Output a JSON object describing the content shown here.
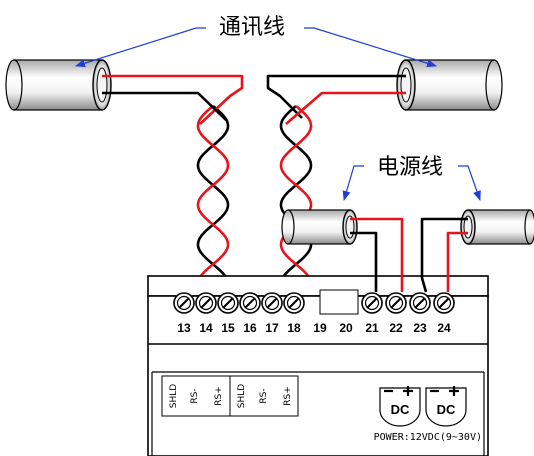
{
  "labels": {
    "comm_cable": "通讯线",
    "power_cable": "电源线",
    "power_spec": "POWER:12VDC(9~30V)",
    "dc": "DC"
  },
  "terminals": [
    "13",
    "14",
    "15",
    "16",
    "17",
    "18",
    "19",
    "20",
    "21",
    "22",
    "23",
    "24"
  ],
  "port_labels": [
    "SHLD",
    "RS-",
    "RS+",
    "SHLD",
    "RS-",
    "RS+"
  ],
  "colors": {
    "wire_positive": "#e8141b",
    "wire_negative": "#000000",
    "arrow": "#1f3fd8",
    "cable_light": "#ffffff",
    "cable_dark": "#9a9a9a"
  }
}
